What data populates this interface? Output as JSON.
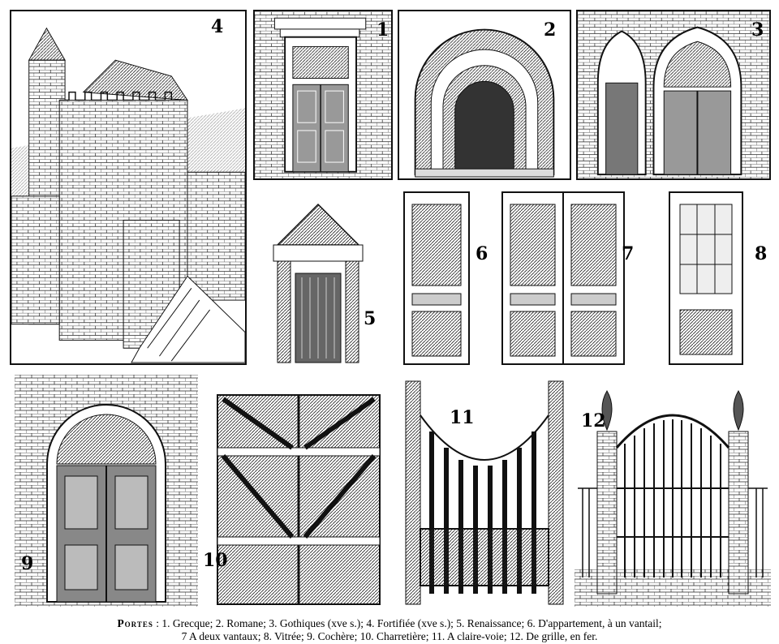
{
  "numbers": {
    "n1": "1",
    "n2": "2",
    "n3": "3",
    "n4": "4",
    "n5": "5",
    "n6": "6",
    "n7": "7",
    "n8": "8",
    "n9": "9",
    "n10": "10",
    "n11": "11",
    "n12": "12"
  },
  "caption": {
    "head": "Portes",
    "line1": ": 1. Grecque; 2. Romane; 3. Gothiques (xve s.); 4. Fortifiée (xve s.); 5. Renaissance; 6. D'appartement, à un vantail;",
    "line2": "7 A deux vantaux; 8. Vitrée; 9. Cochère; 10. Charretière; 11. A claire-voie; 12. De grille, en fer."
  },
  "colors": {
    "ink": "#111111",
    "paper": "#ffffff",
    "wood": "#8a8a8a"
  },
  "illustrations": [
    "fortified-tower-illustration",
    "greek-door-illustration",
    "romanesque-door-illustration",
    "gothic-doors-illustration",
    "renaissance-door-illustration",
    "apartment-single-door-illustration",
    "double-door-illustration",
    "glazed-door-illustration",
    "carriage-door-illustration",
    "cart-door-illustration",
    "openwork-gate-illustration",
    "iron-gate-illustration"
  ]
}
